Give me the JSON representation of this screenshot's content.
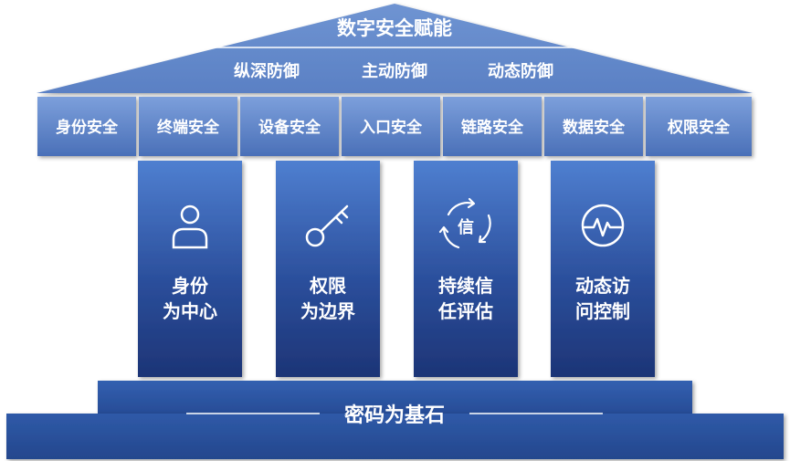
{
  "roof": {
    "title": "数字安全赋能",
    "defenses": [
      "纵深防御",
      "主动防御",
      "动态防御"
    ]
  },
  "beam": {
    "items": [
      "身份安全",
      "终端安全",
      "设备安全",
      "入口安全",
      "链路安全",
      "数据安全",
      "权限安全"
    ]
  },
  "pillars": [
    {
      "icon": "user-icon",
      "line1": "身份",
      "line2": "为中心"
    },
    {
      "icon": "key-icon",
      "line1": "权限",
      "line2": "为边界"
    },
    {
      "icon": "trust-cycle-icon",
      "icon_text": "信",
      "line1": "持续信",
      "line2": "任评估"
    },
    {
      "icon": "pulse-circle-icon",
      "line1": "动态访",
      "line2": "问控制"
    }
  ],
  "foundation": {
    "label": "密码为基石"
  }
}
